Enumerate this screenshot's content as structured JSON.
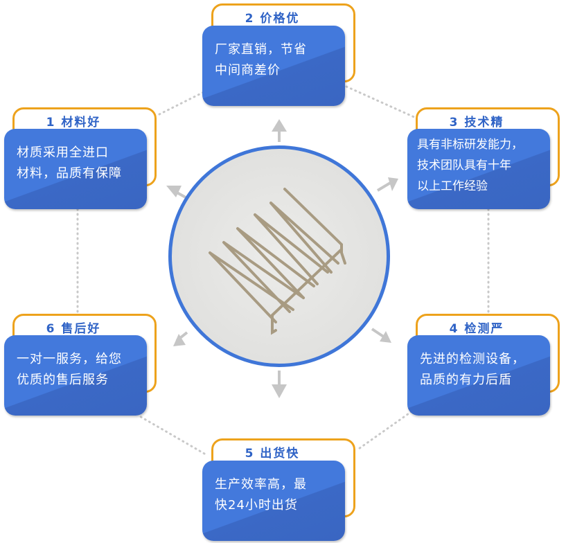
{
  "cards": [
    {
      "title": "1 材料好",
      "lines": [
        "材质采用全进口",
        "材料，品质有保障"
      ]
    },
    {
      "title": "2  价格优",
      "lines": [
        "厂家直销，节省",
        "中间商差价"
      ]
    },
    {
      "title": "3  技术精",
      "lines": [
        "具有非标研发能力，",
        "技术团队具有十年",
        "以上工作经验"
      ]
    },
    {
      "title": "4 检测严",
      "lines": [
        "先进的检测设备，",
        "品质的有力后盾"
      ]
    },
    {
      "title": "5  出货快",
      "lines": [
        "生产效率高，最",
        "快24小时出货"
      ]
    },
    {
      "title": "6 售后好",
      "lines": [
        "一对一服务，给您",
        "优质的售后服务"
      ]
    }
  ],
  "center_image": "product-photo-wire-clip",
  "colors": {
    "accent_blue": "#4379dc",
    "frame_orange": "#eda21c",
    "arrow_gray": "#c8c8c8"
  }
}
